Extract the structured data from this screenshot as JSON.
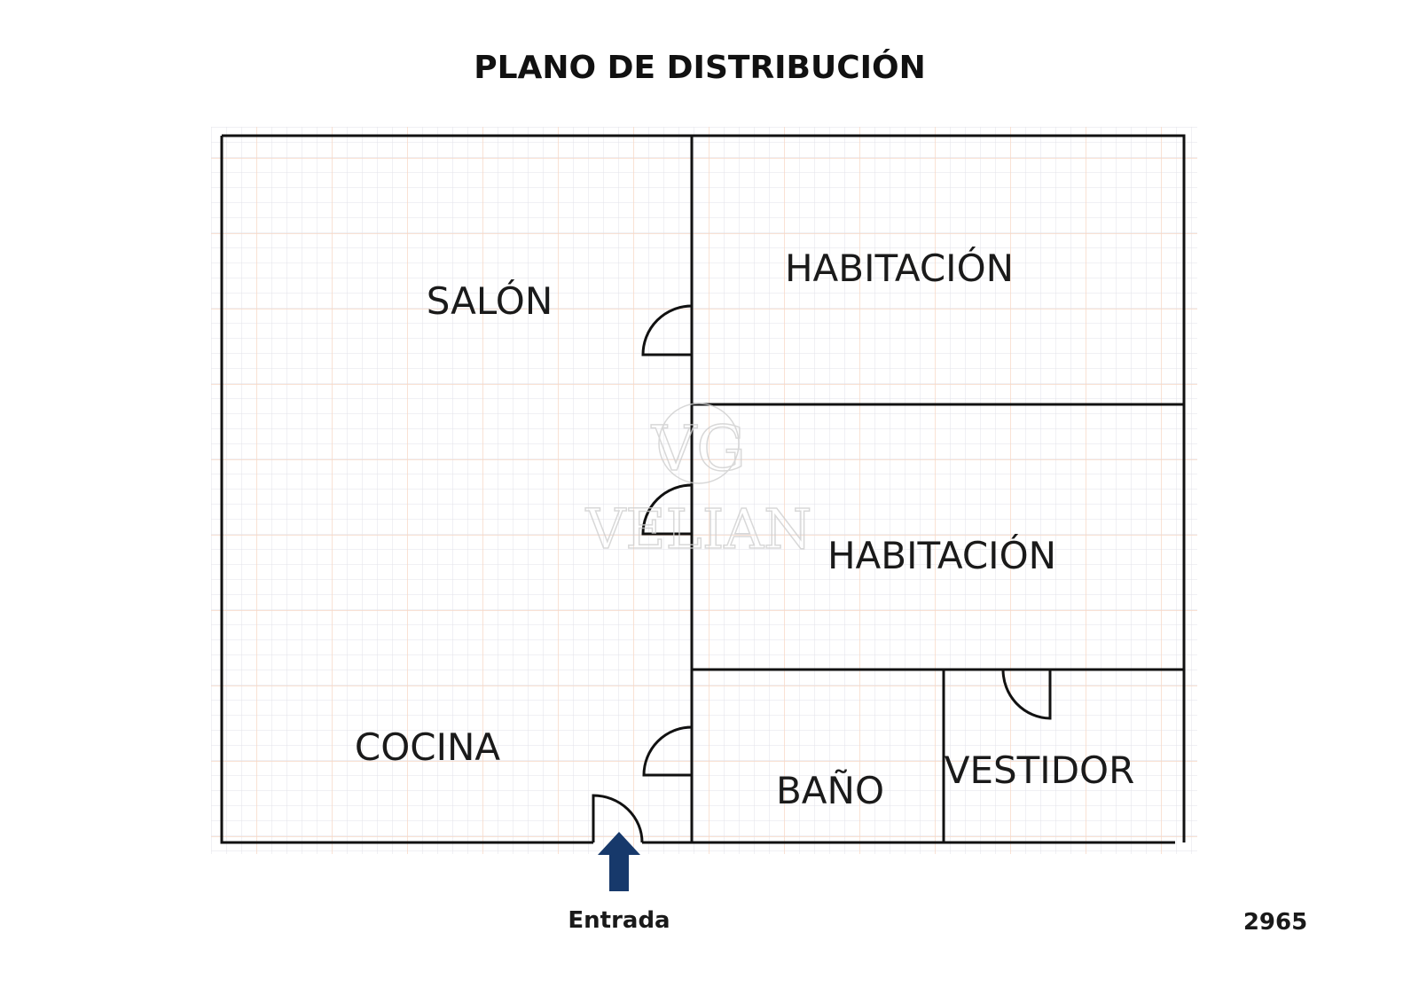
{
  "title": "PLANO DE DISTRIBUCIÓN",
  "rooms": {
    "salon": "SALÓN",
    "habitacion_1": "HABITACIÓN",
    "habitacion_2": "HABITACIÓN",
    "cocina": "COCINA",
    "bano": "BAÑO",
    "vestidor": "VESTIDOR"
  },
  "entrance": {
    "label": "Entrada",
    "icon": "arrow-up-icon"
  },
  "reference": "2965",
  "watermark": {
    "monogram": "VG",
    "text": "VELIAN"
  },
  "colors": {
    "arrow": "#17396b",
    "wall": "#111111",
    "grid": "#e4e4ea",
    "grid_major": "#f6d9c8"
  }
}
